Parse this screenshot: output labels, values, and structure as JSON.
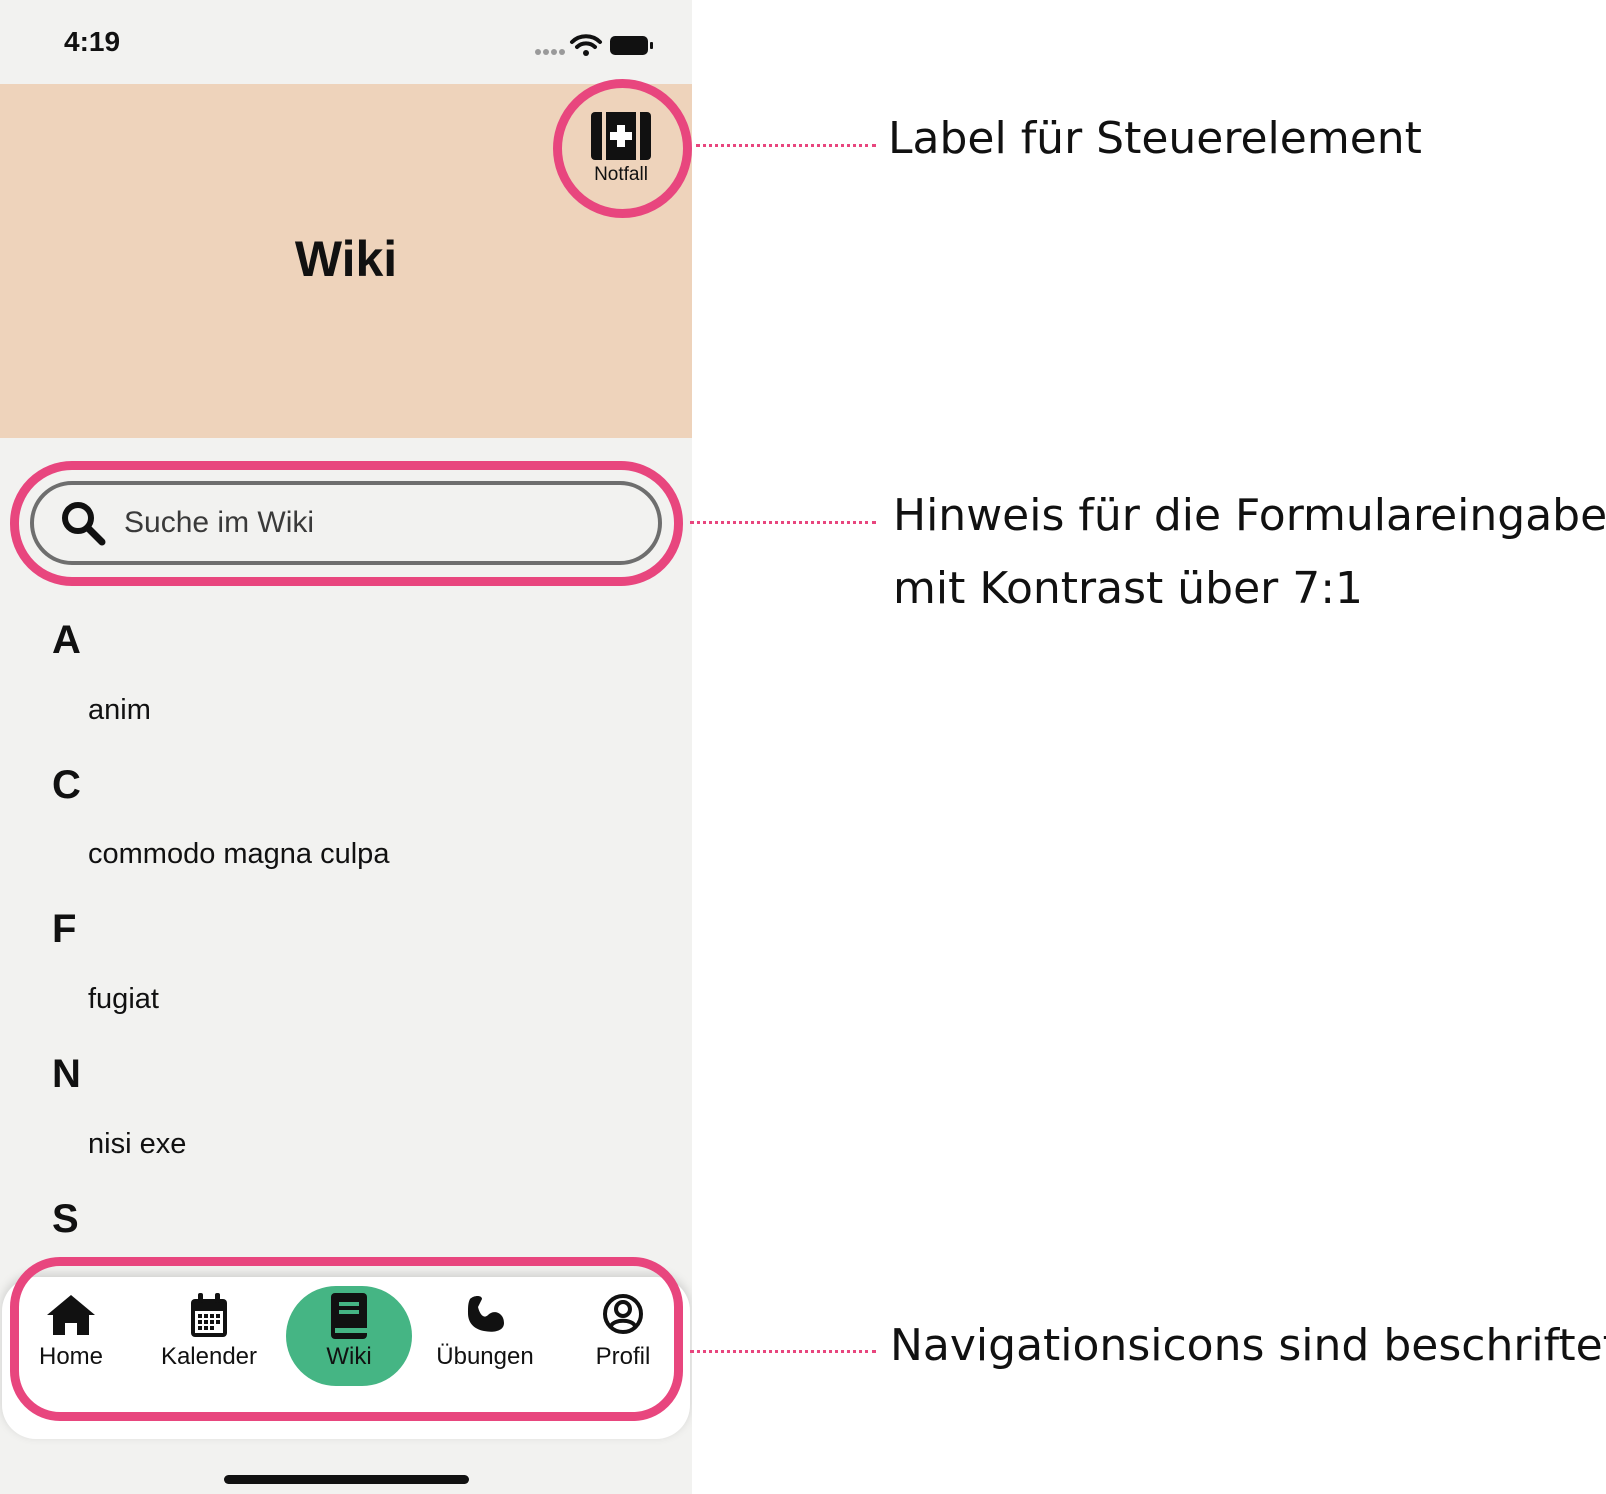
{
  "status_bar": {
    "time": "4:19",
    "icons": [
      "signal-icon",
      "wifi-icon",
      "battery-icon"
    ]
  },
  "header": {
    "title": "Wiki",
    "emergency_button": {
      "label": "Notfall",
      "icon": "medical-kit-icon"
    }
  },
  "search": {
    "placeholder": "Suche im Wiki",
    "icon": "search-icon"
  },
  "sections": [
    {
      "letter": "A",
      "entries": [
        "anim"
      ]
    },
    {
      "letter": "C",
      "entries": [
        "commodo magna culpa"
      ]
    },
    {
      "letter": "F",
      "entries": [
        "fugiat"
      ]
    },
    {
      "letter": "N",
      "entries": [
        "nisi exe"
      ]
    },
    {
      "letter": "S",
      "entries": []
    }
  ],
  "tabbar": {
    "active": "Wiki",
    "tabs": [
      {
        "label": "Home",
        "icon": "home-icon"
      },
      {
        "label": "Kalender",
        "icon": "calendar-icon"
      },
      {
        "label": "Wiki",
        "icon": "book-icon"
      },
      {
        "label": "Übungen",
        "icon": "flexed-arm-icon"
      },
      {
        "label": "Profil",
        "icon": "user-circle-icon"
      }
    ]
  },
  "annotations": {
    "label_control": "Label für Steuerelement",
    "form_hint_line1": "Hinweis für die Formulareingabe",
    "form_hint_line2": "mit Kontrast über 7:1",
    "nav_icons": "Navigationsicons sind beschriftet"
  },
  "colors": {
    "header_bg": "#eed3bb",
    "screen_bg": "#f2f2f0",
    "highlight": "#e8467e",
    "active_tab": "#45b584"
  }
}
